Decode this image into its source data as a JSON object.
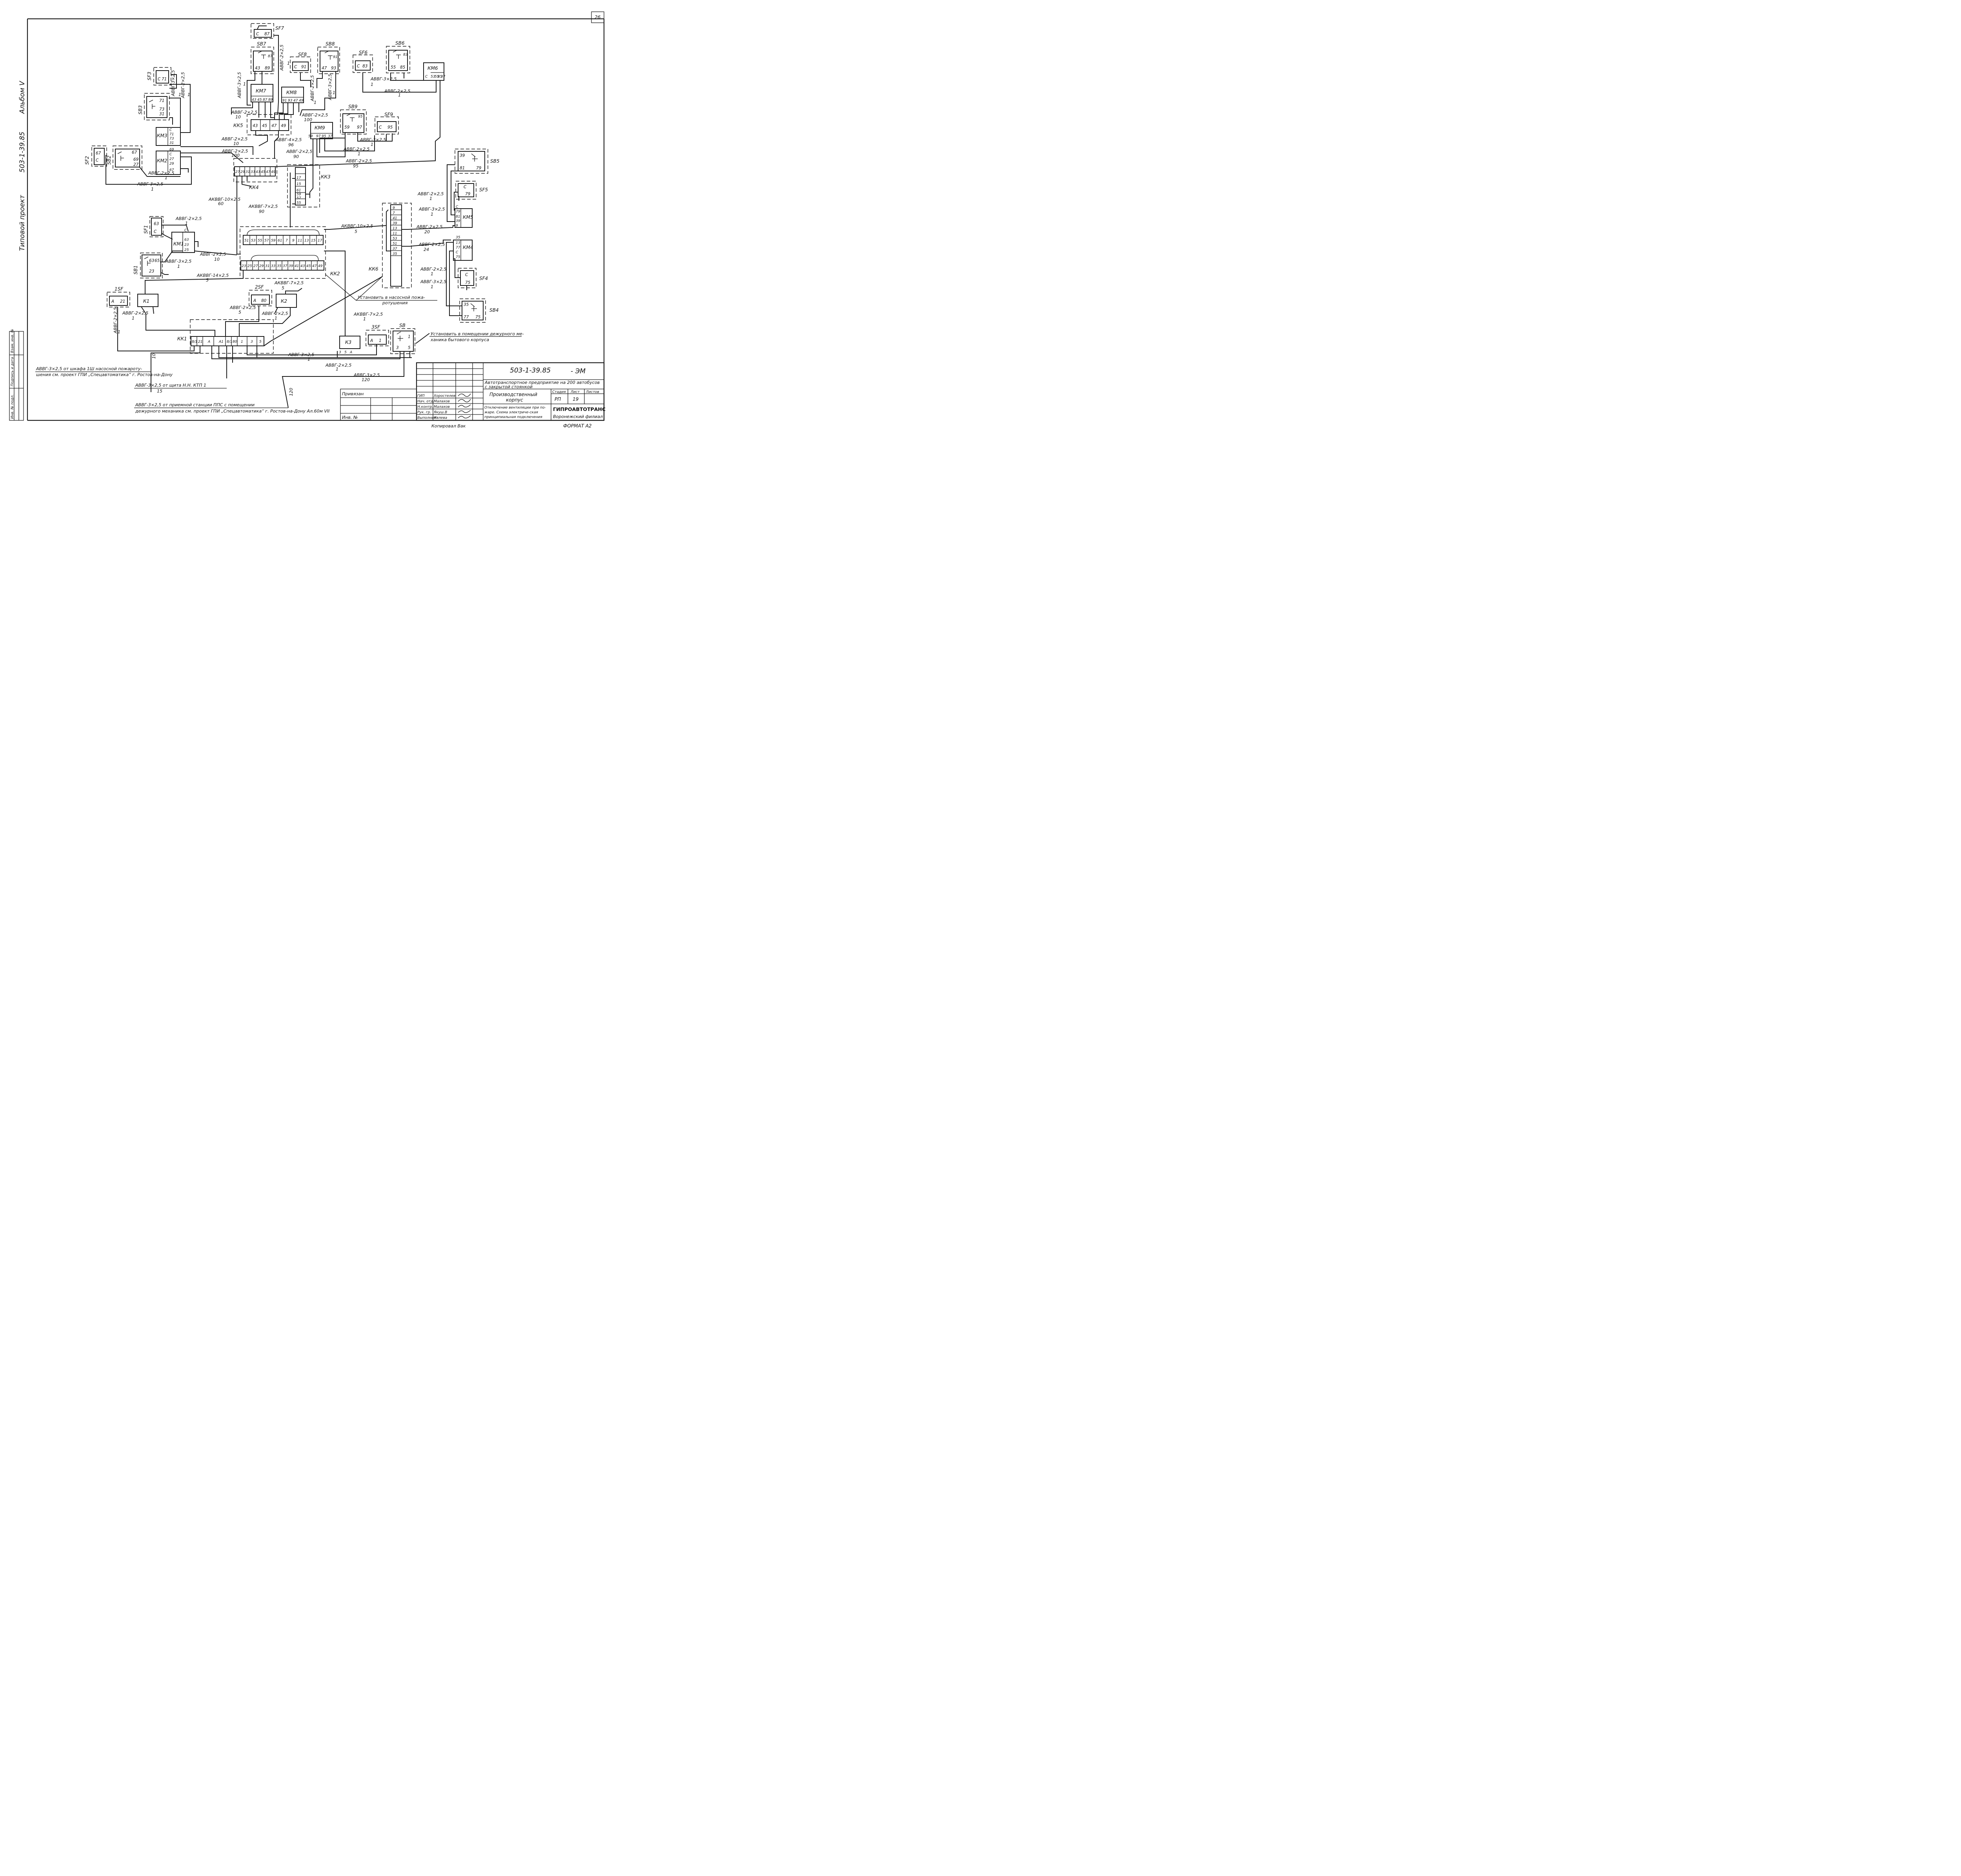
{
  "sheet": {
    "number": "26",
    "format": "ФОРМАТ А2"
  },
  "margin": {
    "album": "Альбом V",
    "project": "503-1-39.85",
    "project_type": "Типовой проект",
    "stamp_cols": [
      "Инв. № подл.",
      "Подпись и дата",
      "Взам. инв. №"
    ]
  },
  "devices": {
    "SF7": "SF7",
    "SB7": "SB7",
    "SF8": "SF8",
    "SB8": "SB8",
    "SF6": "SF6",
    "SB6": "SB6",
    "KM6": "КМ6",
    "KM7": "КМ7",
    "KM8": "КМ8",
    "SF3": "SF3",
    "SB3": "SB3",
    "KM3": "КМ3",
    "SF2": "SF2",
    "SB2": "SB2",
    "KM2": "КМ2",
    "SB9": "SB9",
    "SF9": "SF9",
    "KM9": "КМ9",
    "KK5": "КК5",
    "KK4": "КК4",
    "KK3": "КК3",
    "KK6": "КК6",
    "KK2": "КК2",
    "KK1": "КК1",
    "SB5": "SB5",
    "SF5": "SF5",
    "KM5": "КМ5",
    "KM4": "КМ4",
    "SF4": "SF4",
    "SB4": "SB4",
    "SF1": "SF1",
    "KM1": "КМ1",
    "SB1": "SB1",
    "1SF": "1SF",
    "K1": "К1",
    "2SF": "2SF",
    "K2": "К2",
    "3SF": "3SF",
    "SB": "SB",
    "K3": "К3"
  },
  "terminals": {
    "sf7": [
      "С",
      "87"
    ],
    "sb7": [
      "87",
      "43",
      "89"
    ],
    "sf8": [
      "С",
      "91"
    ],
    "sb8": [
      "91",
      "47",
      "93"
    ],
    "sf6": [
      "С",
      "83"
    ],
    "sb6": [
      "83",
      "55",
      "85"
    ],
    "km6": [
      "С",
      "53",
      "55",
      "85",
      "37"
    ],
    "km7": [
      "43",
      "45",
      "87",
      "89"
    ],
    "km8": [
      "91",
      "93",
      "47",
      "49"
    ],
    "sf3": [
      "С",
      "71"
    ],
    "sb3": [
      "71",
      "73",
      "31"
    ],
    "km3": [
      "С",
      "71",
      "73",
      "31"
    ],
    "sf2": [
      "С",
      "67"
    ],
    "sb2": [
      "67",
      "69",
      "27"
    ],
    "km2": [
      "69",
      "С",
      "27",
      "29",
      "67"
    ],
    "sb9": [
      "95",
      "59",
      "97"
    ],
    "sf9": [
      "С",
      "95"
    ],
    "km9": [
      "59",
      "97",
      "95",
      "37"
    ],
    "kk5": [
      "43",
      "45",
      "47",
      "49"
    ],
    "kk4": [
      "27",
      "29",
      "31",
      "33",
      "43",
      "45",
      "47",
      "49"
    ],
    "kk3": [
      "17",
      "15",
      "61",
      "59",
      "57",
      "55"
    ],
    "kk6": [
      "9",
      "7",
      "41",
      "39",
      "13",
      "11",
      "53",
      "51",
      "37",
      "35"
    ],
    "kk2_top": [
      "51",
      "53",
      "55",
      "57",
      "59",
      "61",
      "7",
      "9",
      "11",
      "13",
      "15",
      "17"
    ],
    "kk2_bot": [
      "23",
      "25",
      "27",
      "29",
      "31",
      "33",
      "35",
      "37",
      "39",
      "41",
      "43",
      "45",
      "47",
      "49"
    ],
    "sb5": [
      "39",
      "81",
      "79"
    ],
    "sf5": [
      "С",
      "79"
    ],
    "km5": [
      "С",
      "79",
      "81",
      "39",
      "9"
    ],
    "km4": [
      "35",
      "13",
      "77",
      "С",
      "75"
    ],
    "sf4": [
      "С",
      "75"
    ],
    "sb4": [
      "35",
      "77",
      "75"
    ],
    "sf1": [
      "С",
      "63"
    ],
    "km1": [
      "С",
      "63",
      "23",
      "25"
    ],
    "sb1": [
      "63",
      "65",
      "23"
    ],
    "1sf": [
      "А",
      "21"
    ],
    "2sf": [
      "А",
      "80"
    ],
    "3sf": [
      "А",
      "1"
    ],
    "sb": [
      "1",
      "3",
      "5"
    ],
    "k3": [
      "3",
      "5",
      "А"
    ],
    "kk1": [
      "8/1",
      "21",
      "А",
      "А1",
      "8/1",
      "80",
      "1",
      "3",
      "5"
    ]
  },
  "cables": [
    "АВВГ-3×2,5",
    "АВВГ-2×2,5",
    "АВВГ-3×2,5",
    "АВВГ-2×2,5",
    "АВВГ-3×2,5",
    "АВВГ-2×2,5",
    "АВВГ-2×2,5",
    "АВВГ-3×2,5",
    "АВВГ-2×2,5",
    "АВВГ-2×2,5",
    "АВВГ-2×2,5",
    "АВВГ-4×2,5",
    "АВВГ-2×2,5",
    "АВВГ-3×2,5",
    "АВВГ-2×2,5",
    "АВВГ-2×2,5",
    "АВВГ-2×2,5",
    "АВВГ-3×2,5",
    "АВВГ-2×2,5",
    "АВВГ-2×2,5",
    "АКВВГ-10×2,5",
    "АКВВГ-7×2,5",
    "АКВВГ-10×2,5",
    "АВВГ-2×2,5",
    "АВВГ-3×2,5",
    "АВВГ-2×2,5",
    "АВВГ-2×2,5",
    "АВВГ-2×2,5",
    "АВВГ-3×2,5",
    "АВВГ-2×2,5",
    "АВВГ-3×2,5",
    "АВВГ-2×2,5",
    "АКВВГ-14×2,5",
    "АКВВГ-7×2,5",
    "АВВГ-2×2,5",
    "АВВГ-2×2,5",
    "АВВГ-2×2,5",
    "АКВВГ-7×2,5",
    "АВВГ-3×2,5",
    "АВВГ-2×2,5",
    "АВВГ-3×2,5"
  ],
  "cable_nums": [
    "1",
    "1",
    "1",
    "1",
    "1",
    "1",
    "1",
    "10",
    "100",
    "10",
    "100",
    "96",
    "90",
    "1",
    "1",
    "1",
    "1",
    "1",
    "1",
    "95",
    "60",
    "90",
    "5",
    "20",
    "1",
    "1",
    "24",
    "1",
    "1",
    "10",
    "1",
    "1",
    "5",
    "5",
    "5",
    "1",
    "1",
    "1",
    "5",
    "1",
    "1",
    "120",
    "1",
    "1",
    "1",
    "1"
  ],
  "notes": {
    "pump_room": [
      "Установить в насосной пожа-",
      "ротушения"
    ],
    "mechanic": [
      "Установить в помещении дежурного ме-",
      "ханика бытового корпуса"
    ],
    "n1": [
      "АВВГ-3×2,5 от шкафа 1Ш насосной пожароту-",
      "шения см. проект ГПИ „Спецавтоматика“ г. Ростов-на-Дону"
    ],
    "n2": [
      "АВВГ-3×2,5 от щита Н.Н. КТП 1",
      "15"
    ],
    "n3": [
      "АВВГ-3×2,5 от приемной станции ППС с помещении",
      "дежурного механика см. проект ГПИ „Спецавтоматика“ г. Ростов-на-Дону Ал.60м VII"
    ],
    "n10": "10",
    "n120": "120"
  },
  "title_block": {
    "code": "503-1-39.85",
    "mark": "- ЭМ",
    "object": [
      "Автотранспортное предприятие на 200 автобусов",
      "с закрытой стоянкой"
    ],
    "building": [
      "Производственный",
      "корпус"
    ],
    "sheet_title": [
      "Отключение вентиляции при по-",
      "жаре. Схема электриче-ская",
      "принципиальная подключения"
    ],
    "stage_hdr": "Стадия",
    "sheet_hdr": "Лист",
    "sheets_hdr": "Листов",
    "stage": "РП",
    "sheet": "19",
    "org": "ГИПРОАВТОТРАНС",
    "branch": "Воронежский филиал",
    "privyazan": "Привязан",
    "inv": "Инв. №",
    "roles": [
      "ГИП",
      "Нач. отд.",
      "Н.контр.",
      "Рук. гр.",
      "Выполнил"
    ],
    "names": [
      "Хоростелев",
      "Малахов",
      "Малахов",
      "Якуш.В",
      "Ивлева"
    ],
    "copied": "Копировал Вак"
  }
}
